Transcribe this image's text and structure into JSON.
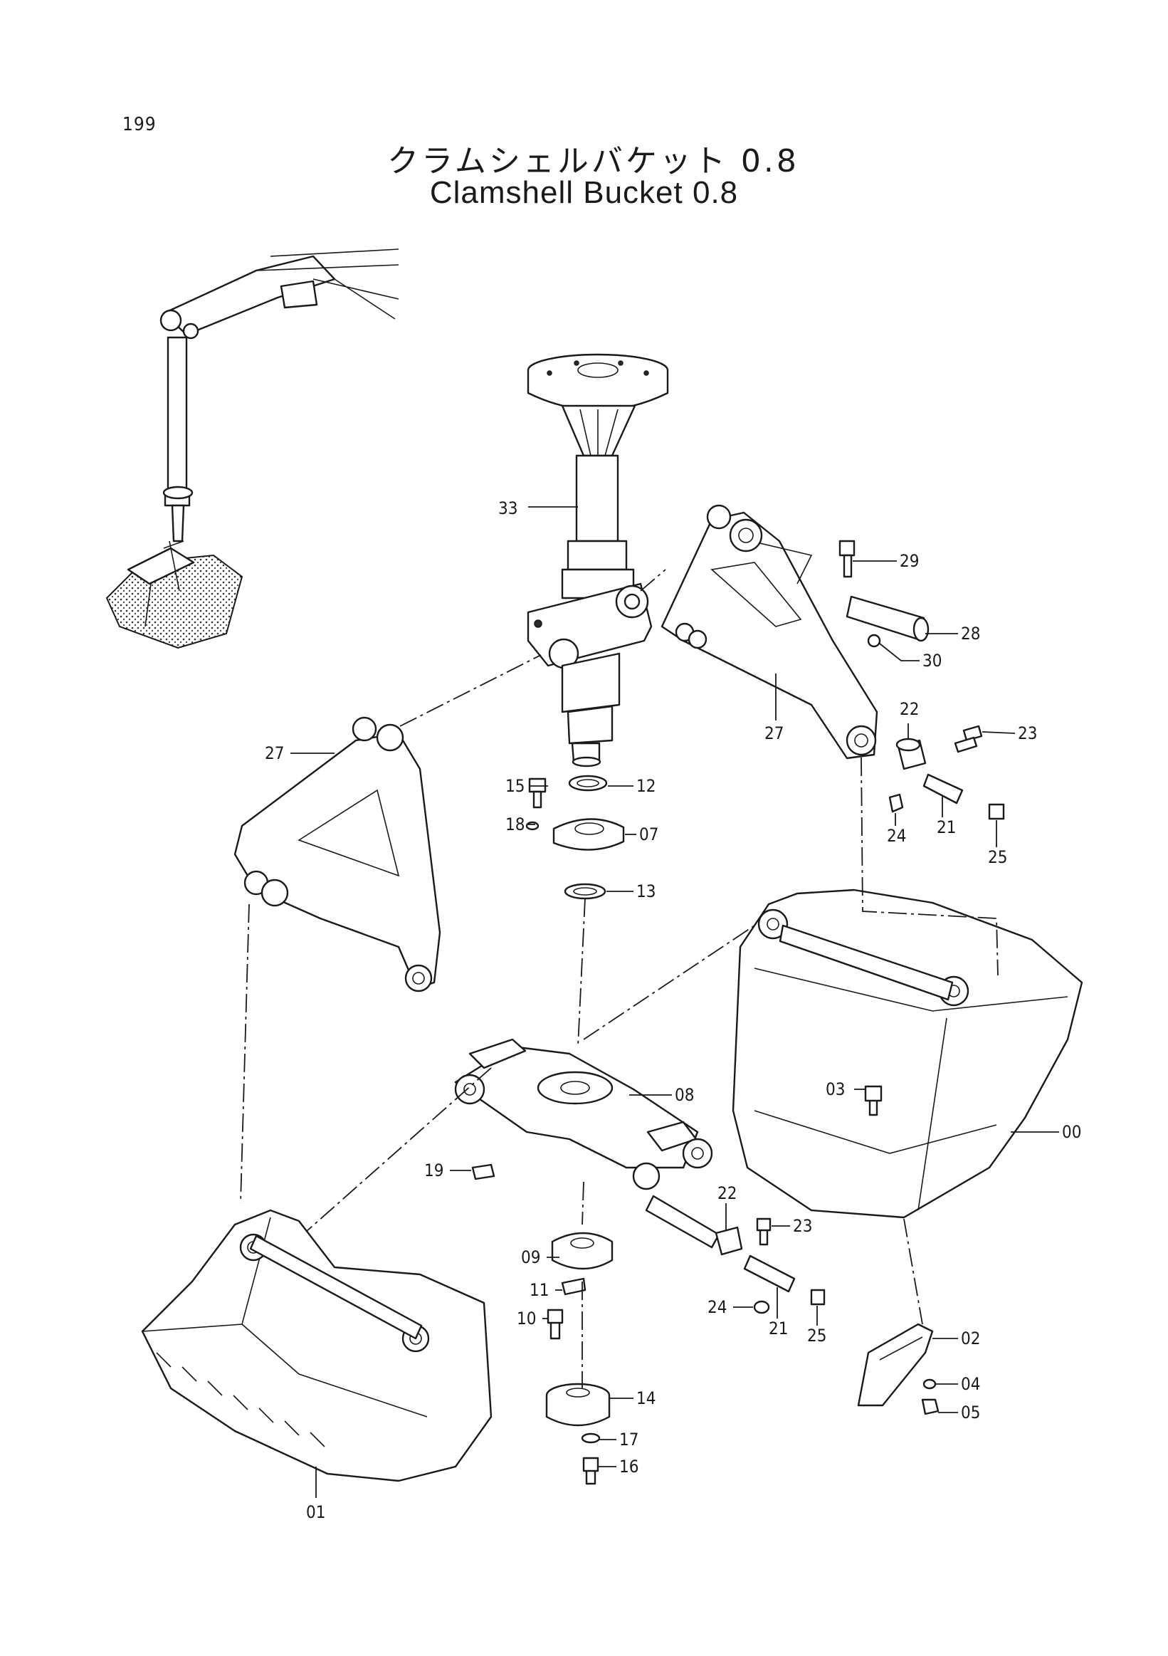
{
  "page_number": "199",
  "title_ja": "クラムシェルバケット 0.8",
  "title_en": "Clamshell Bucket 0.8",
  "callouts": [
    "33",
    "29",
    "28",
    "30",
    "27",
    "27",
    "22",
    "23",
    "15",
    "12",
    "18",
    "07",
    "21",
    "24",
    "25",
    "13",
    "08",
    "03",
    "00",
    "19",
    "22",
    "23",
    "09",
    "11",
    "10",
    "24",
    "21",
    "25",
    "02",
    "04",
    "05",
    "14",
    "17",
    "16",
    "01"
  ]
}
